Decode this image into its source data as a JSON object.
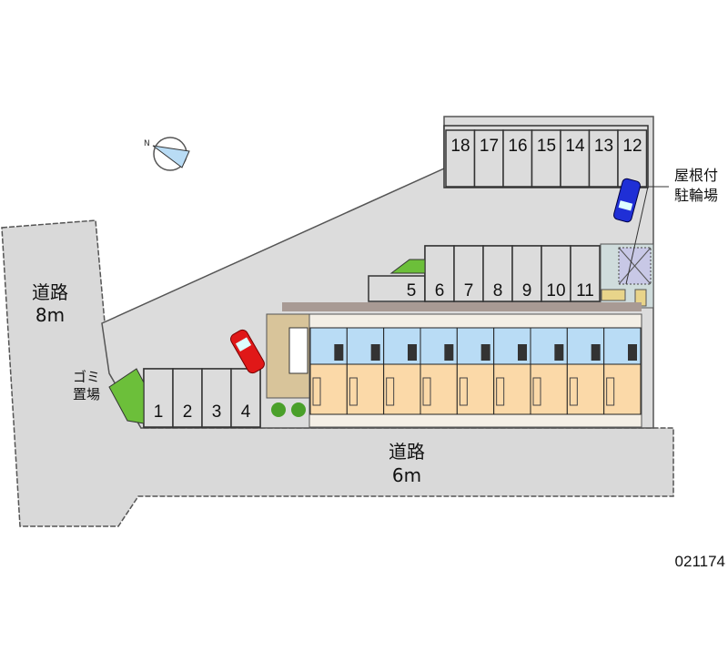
{
  "map": {
    "roads": [
      {
        "name": "道路",
        "width": "8m"
      },
      {
        "name": "道路",
        "width": "6m"
      }
    ],
    "labels": {
      "garbage_line1": "ゴミ",
      "garbage_line2": "置場",
      "bike_line1": "屋根付",
      "bike_line2": "駐輪場"
    },
    "parking_spots": [
      "1",
      "2",
      "3",
      "4",
      "5",
      "6",
      "7",
      "8",
      "9",
      "10",
      "11",
      "12",
      "13",
      "14",
      "15",
      "16",
      "17",
      "18"
    ],
    "unit_count": 9,
    "property_code": "021174",
    "colors": {
      "road": "#d9d9d9",
      "lot": "#dcdcdc",
      "unit_top": "#b9dcf5",
      "unit_bottom": "#fbd9a8",
      "car_red": "#e01818",
      "car_blue": "#1f2fd6",
      "bike_roof": "#c8c8e6",
      "green": "#4aa02a"
    }
  }
}
